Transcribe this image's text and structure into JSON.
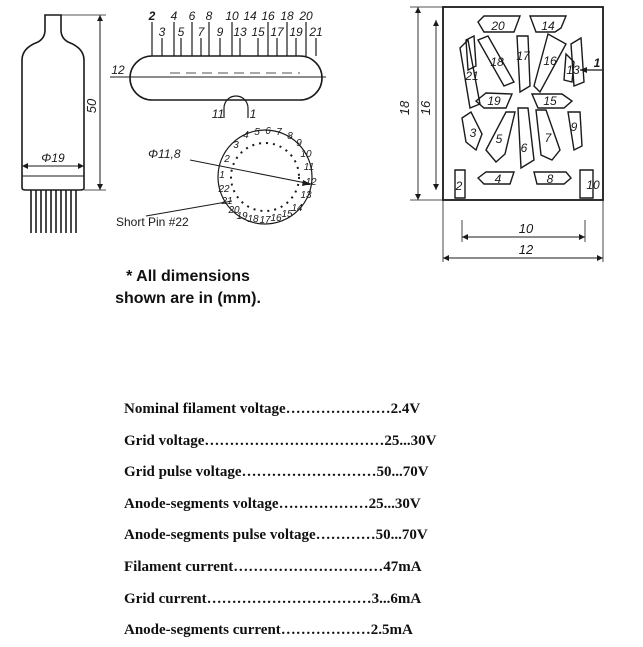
{
  "tube": {
    "height_label": "50",
    "diameter_label": "Φ19"
  },
  "pin_top_labels": [
    "2",
    "4",
    "6",
    "8",
    "10",
    "14",
    "16",
    "18",
    "20"
  ],
  "pin_bottom_labels": [
    "3",
    "5",
    "7",
    "9",
    "13",
    "15",
    "17",
    "19",
    "21"
  ],
  "pin_left_label": "12",
  "pin_lower_labels": [
    "11",
    "1"
  ],
  "base": {
    "circle_label": "Φ11,8",
    "pin_numbers": [
      "4",
      "5",
      "6",
      "7",
      "8",
      "9",
      "10",
      "11",
      "12",
      "13",
      "14",
      "15",
      "16",
      "17",
      "18",
      "19",
      "20",
      "21",
      "22",
      "1",
      "2",
      "3"
    ],
    "short_pin_label": "Short Pin #22"
  },
  "display": {
    "segments": [
      "20",
      "14",
      "18",
      "17",
      "16",
      "21",
      "13",
      "19",
      "15",
      "3",
      "5",
      "6",
      "7",
      "9",
      "4",
      "8",
      "2",
      "10"
    ],
    "pin_arrow_label": "1",
    "height_outer": "18",
    "height_inner": "16",
    "width_inner": "10",
    "width_outer": "12"
  },
  "note": {
    "line1": "* All dimensions",
    "line2": "shown are in (mm)."
  },
  "specs": [
    {
      "label": "Nominal filament voltage",
      "dots": "…………………",
      "value": "2.4V"
    },
    {
      "label": "Grid voltage",
      "dots": "………………………………",
      "value": "25...30V"
    },
    {
      "label": "Grid pulse voltage",
      "dots": "………………………",
      "value": "50...70V"
    },
    {
      "label": "Anode-segments voltage",
      "dots": "………………",
      "value": "25...30V"
    },
    {
      "label": "Anode-segments pulse voltage",
      "dots": "…………",
      "value": "50...70V"
    },
    {
      "label": "Filament current",
      "dots": "…………………………",
      "value": "47mA"
    },
    {
      "label": "Grid current",
      "dots": "……………………………",
      "value": "3...6mA"
    },
    {
      "label": "Anode-segments current",
      "dots": "………………",
      "value": "2.5mA"
    }
  ]
}
